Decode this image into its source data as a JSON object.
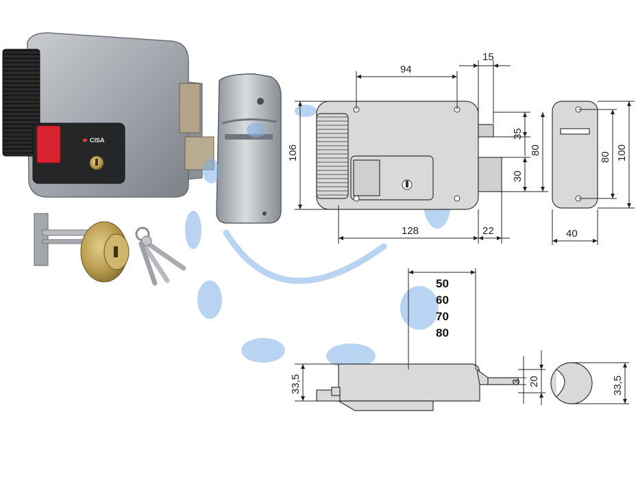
{
  "brand": "CISA",
  "front_view": {
    "dim_94": "94",
    "dim_15": "15",
    "dim_106": "106",
    "dim_35": "35",
    "dim_80": "80",
    "dim_30": "30",
    "dim_128": "128",
    "dim_22": "22"
  },
  "keeper_view": {
    "dim_80": "80",
    "dim_100": "100",
    "dim_40": "40"
  },
  "side_view": {
    "backsets": [
      "50",
      "60",
      "70",
      "80"
    ],
    "dim_33_5_left": "33,5",
    "dim_3": "3",
    "dim_20": "20",
    "dim_33_5_right": "33,5"
  },
  "colors": {
    "drawing_fill": "#d9d9d9",
    "watermark": "#7fb2e8",
    "lock_body": "#9aa0a6",
    "button_red": "#d8242f",
    "brass": "#b89a4c"
  }
}
